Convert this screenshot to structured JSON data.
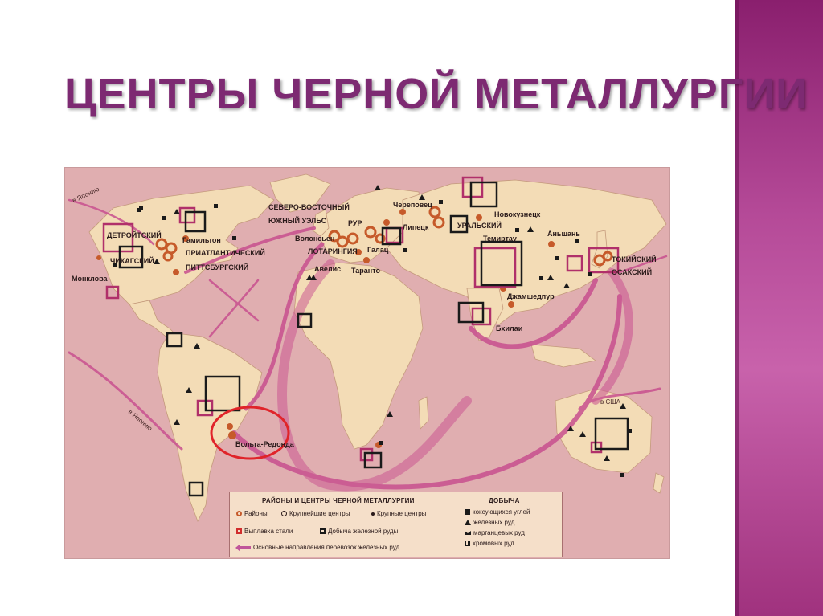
{
  "slide": {
    "title": "ЦЕНТРЫ ЧЕРНОЙ МЕТАЛЛУРГИИ",
    "accent_color": "#7d2a72",
    "band_color": "#b54a98"
  },
  "map": {
    "colors": {
      "sea": "#e0aeb0",
      "land": "#f3dcb6",
      "routes": "#c8508f",
      "highlight": "#e0242a"
    },
    "regions": [
      "ДЕТРОЙТСКИЙ",
      "ЧИКАГСКИЙ",
      "ПРИАТЛАНТИЧЕСКИЙ",
      "ПИТТСБУРГСКИЙ",
      "СЕВЕРО-ВОСТОЧНЫЙ",
      "ЮЖНЫЙ УЭЛЬС",
      "РУР",
      "ЛОТАРИНГИЯ",
      "УРАЛЬСКИЙ",
      "ТОКИЙСКИЙ",
      "ОСАКСКИЙ"
    ],
    "cities": [
      "Гамильтон",
      "Монклова",
      "Волонсьен",
      "Авелис",
      "Таранто",
      "Череповец",
      "Липецк",
      "Галац",
      "Новокузнецк",
      "Темиртау",
      "Аньшань",
      "Джамшедпур",
      "Бхилаи",
      "Вольта-Редонда"
    ],
    "route_labels": [
      "в Японию",
      "в Японию",
      "в США"
    ]
  },
  "legend": {
    "title": "РАЙОНЫ И ЦЕНТРЫ ЧЕРНОЙ МЕТАЛЛУРГИИ",
    "districts": "Районы",
    "largest_centers": "Крупнейшие центры",
    "large_centers": "Крупные центры",
    "steel_smelting": "Выплавка стали",
    "iron_mining": "Добыча железной руды",
    "routes": "Основные направления перевозок железных руд",
    "mining_title": "ДОБЫЧА",
    "coking_coal": "коксующихся углей",
    "iron_ore": "железных руд",
    "manganese_ore": "марганцевых руд",
    "chrome_ore": "хромовых руд"
  }
}
